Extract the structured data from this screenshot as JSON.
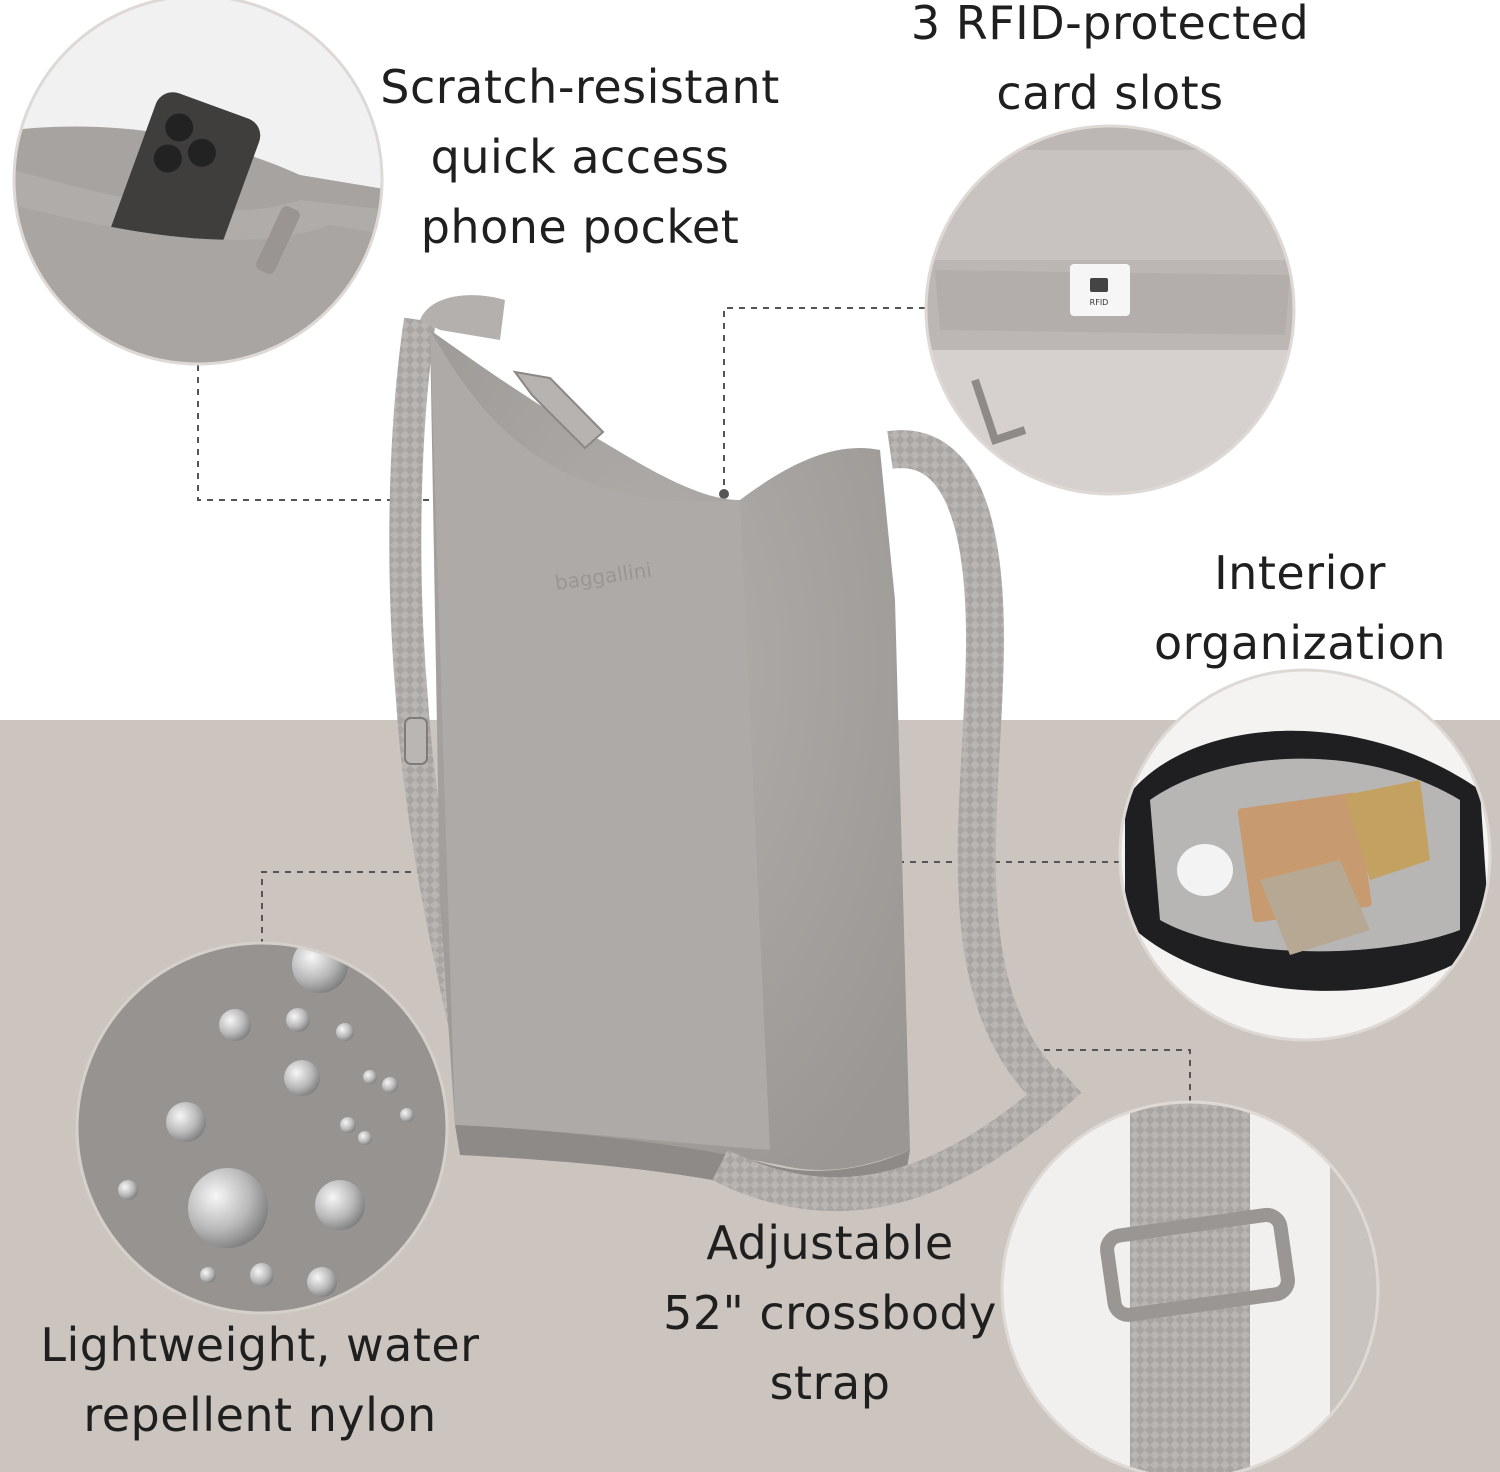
{
  "colors": {
    "background_top": "#ffffff",
    "background_floor": "#ccc5bf",
    "bag": "#aaa6a3",
    "text": "#1f1f1f",
    "callout_line": "#555555"
  },
  "bag": {
    "brand_mark": "baggallini"
  },
  "features": {
    "phone_pocket": {
      "line1": "Scratch-resistant",
      "line2": "quick access",
      "line3": "phone pocket",
      "icon": "phone-pocket-detail"
    },
    "rfid_slots": {
      "line1": "3 RFID-protected",
      "line2": "card slots",
      "tag": "RFID",
      "icon": "rfid-card-slots-detail"
    },
    "interior": {
      "line1": "Interior",
      "line2": "organization",
      "icon": "interior-organization-detail"
    },
    "strap": {
      "line1": "Adjustable",
      "line2": "52\" crossbody",
      "line3": "strap",
      "icon": "strap-buckle-detail"
    },
    "nylon": {
      "line1": "Lightweight, water",
      "line2": "repellent nylon",
      "icon": "water-droplets-detail"
    }
  }
}
